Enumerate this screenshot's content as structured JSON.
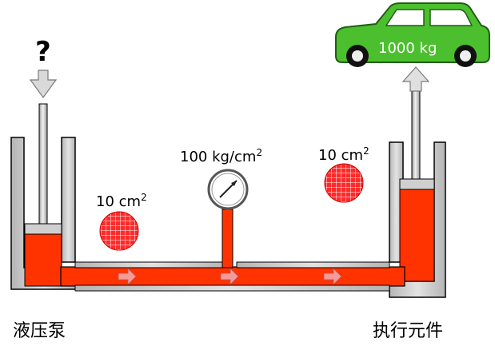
{
  "input_force_label": "?",
  "pressure_label": {
    "value": "100 kg/cm",
    "exponent": "2"
  },
  "input_area_label": {
    "value": "10 cm",
    "exponent": "2"
  },
  "output_area_label": {
    "value": "10 cm",
    "exponent": "2"
  },
  "load_label": "1000 kg",
  "pump_label": "液压泵",
  "actuator_label": "执行元件",
  "colors": {
    "fluid": "#ff3300",
    "fluid_dark": "#d92800",
    "cylinder_wall": "#c8c8c8",
    "car_body": "#4cbf2f",
    "piston": "#c8c8c8",
    "flow_arrow": "#f59a9a",
    "area_disc": "#ff2a2a"
  },
  "icons": [
    "down-arrow-icon",
    "up-arrow-icon",
    "pressure-gauge-icon",
    "car-icon",
    "flow-arrow-icon",
    "area-grid-disc-icon"
  ]
}
